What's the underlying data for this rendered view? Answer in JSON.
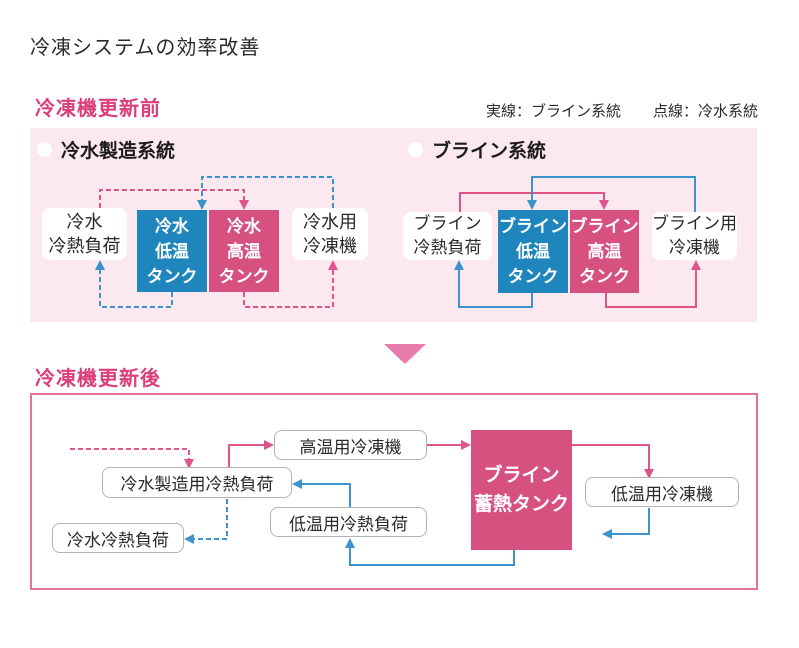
{
  "title": "冷凍システムの効率改善",
  "legend": {
    "solid": "実線：ブライン系統",
    "dotted": "点線：冷水系統"
  },
  "before": {
    "heading": "冷凍機更新前",
    "cold_water": {
      "label": "冷水製造系統",
      "load": {
        "line1": "冷水",
        "line2": "冷熱負荷"
      },
      "tank_low": {
        "line1": "冷水",
        "line2": "低温",
        "line3": "タンク"
      },
      "tank_high": {
        "line1": "冷水",
        "line2": "高温",
        "line3": "タンク"
      },
      "chiller": {
        "line1": "冷水用",
        "line2": "冷凍機"
      }
    },
    "brine": {
      "label": "ブライン系統",
      "load": {
        "line1": "ブライン",
        "line2": "冷熱負荷"
      },
      "tank_low": {
        "line1": "ブライン",
        "line2": "低温",
        "line3": "タンク"
      },
      "tank_high": {
        "line1": "ブライン",
        "line2": "高温",
        "line3": "タンク"
      },
      "chiller": {
        "line1": "ブライン用",
        "line2": "冷凍機"
      }
    }
  },
  "after": {
    "heading": "冷凍機更新後",
    "high_temp_chiller": "高温用冷凍機",
    "cw_production_load": "冷水製造用冷熱負荷",
    "cw_load": "冷水冷熱負荷",
    "low_temp_load": "低温用冷熱負荷",
    "brine_storage_tank": {
      "line1": "ブライン",
      "line2": "蓄熱タンク"
    },
    "low_temp_chiller": "低温用冷凍機"
  },
  "colors": {
    "heading_pink": "#dc3f78",
    "panel_pink": "#fce9ef",
    "tank_blue": "#1f86bd",
    "tank_pink": "#d65180",
    "line_pink": "#e0548c",
    "line_blue": "#3d93cb",
    "box_border_gray": "#b3b3b3",
    "triangle_pink": "#e87bab",
    "after_panel_border": "#e27399"
  }
}
